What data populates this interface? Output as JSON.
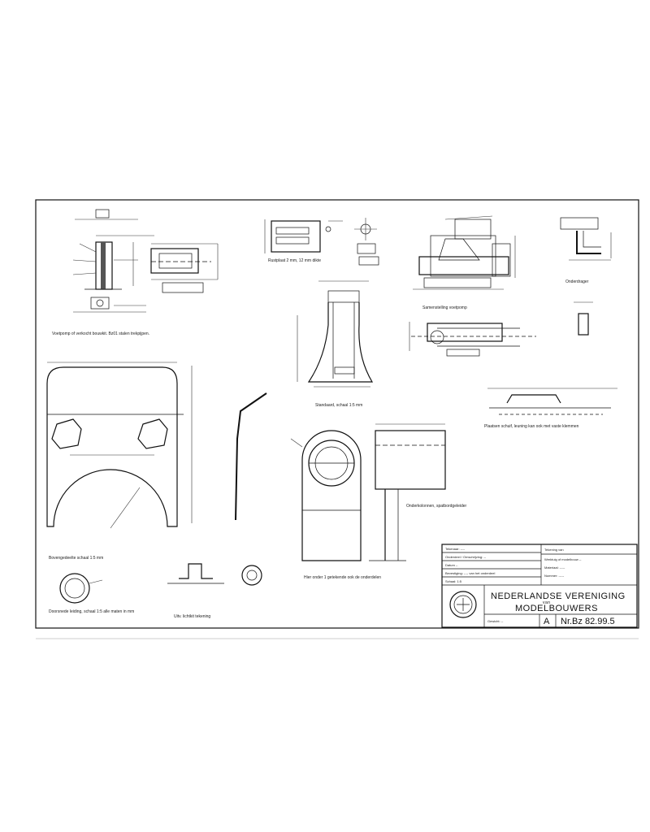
{
  "drawing": {
    "org_line1": "NEDERLANDSE VERENIGING",
    "org_line2": "van",
    "org_line3": "MODELBOUWERS",
    "sheet_size": "A",
    "drawing_number": "Nr.Bz 82.99.5"
  },
  "captions": {
    "top_left": "Voetpomp of verkocht bouwkit. Bz01 stalen trekpijpen.",
    "middle_left_scale": "Bovengedeelte schaal 1:5 mm",
    "bottom_left_a": "Doorsnede leiding, schaal 1:5 alle maten in mm",
    "bottom_left_b": "Uitv. lichtkit tekening",
    "stand": "Standaard, schaal 1:5 mm",
    "column": "Onderkolonnen, spatbordgeleider",
    "assembly": "Samenstelling voetpomp",
    "right_detail": "Plaatsen schuif, leuning kan ook met vaste klemmen",
    "bottom_centre": "Hier onder 1 getekende ook de onderdelen",
    "bracket": "Onderdrager"
  },
  "title_block": {
    "rows": [
      "Tekenaar: ----",
      "Onderdeel / Omschrijving: --",
      "Datum --",
      "Bevestiging: ---- van het onderdeel",
      "Schaal: 1:5",
      "Gewicht: --"
    ],
    "right_rows": [
      "Tekening van",
      "Werktuig of modelbouw --",
      "Materiaal: -----",
      "Nummer: -----"
    ]
  }
}
